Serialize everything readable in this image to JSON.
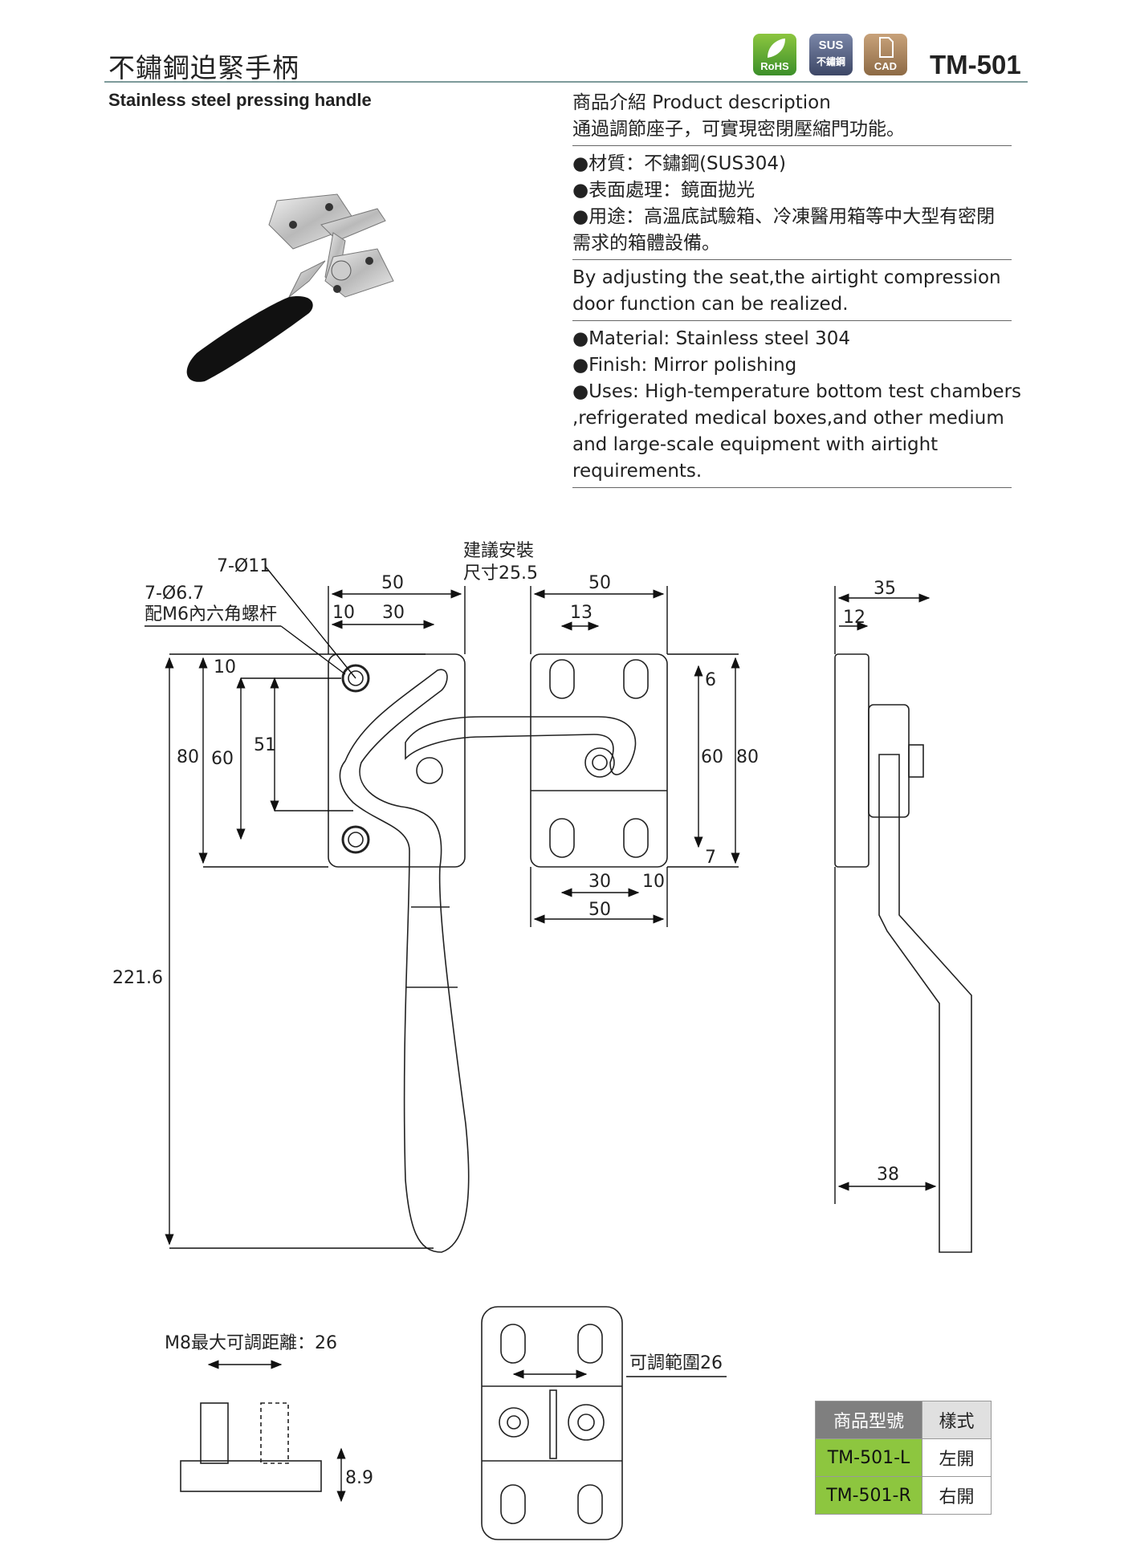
{
  "header": {
    "title_zh": "不鏽鋼迫緊手柄",
    "title_en": "Stainless steel pressing handle",
    "model": "TM-501",
    "badges": {
      "rohs": "RoHS",
      "sus_top": "SUS",
      "sus_bottom": "不鏽鋼",
      "cad": "CAD"
    }
  },
  "description": {
    "heading": "商品介紹 Product description",
    "zh_intro": "通過調節座子，可實現密閉壓縮門功能。",
    "zh_bullets": [
      "●材質：不鏽鋼(SUS304)",
      "●表面處理：鏡面拋光",
      "●用途：高溫底試驗箱、冷凍醫用箱等中大型有密閉",
      "需求的箱體設備。"
    ],
    "en_intro": [
      "By adjusting the seat,the airtight compression",
      "door function can be realized."
    ],
    "en_bullets": [
      "●Material: Stainless steel 304",
      "●Finish: Mirror polishing",
      "●Uses: High-temperature bottom test chambers",
      ",refrigerated medical boxes,and other medium",
      "and large-scale equipment with airtight",
      "requirements."
    ]
  },
  "drawing": {
    "hole_big": "7-Ø11",
    "hole_small": "7-Ø6.7",
    "screw": "配M6內六角螺杆",
    "install_1": "建議安裝",
    "install_2": "尺寸25.5",
    "d50": "50",
    "d10": "10",
    "d30": "30",
    "d13": "13",
    "d6": "6",
    "d7": "7",
    "d60": "60",
    "d80": "80",
    "d51": "51",
    "d221": "221.6",
    "d35": "35",
    "d12": "12",
    "d38": "38",
    "m8": "M8最大可調距離：26",
    "d89": "8.9",
    "adjust": "可調範圍26"
  },
  "table": {
    "headers": [
      "商品型號",
      "樣式"
    ],
    "rows": [
      [
        "TM-501-L",
        "左開"
      ],
      [
        "TM-501-R",
        "右開"
      ]
    ]
  }
}
